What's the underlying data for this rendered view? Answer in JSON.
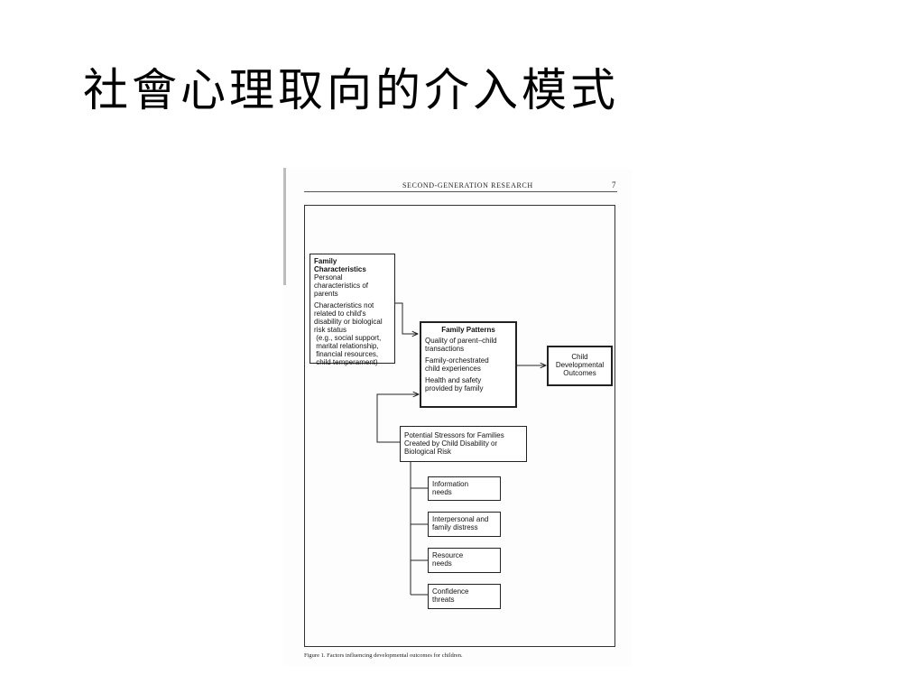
{
  "slide": {
    "title": "社會心理取向的介入模式"
  },
  "page": {
    "running_head": "SECOND-GENERATION RESEARCH",
    "page_number": "7"
  },
  "family_characteristics": {
    "heading": "Family Characteristics",
    "lines1": [
      "Personal",
      "characteristics of",
      "parents"
    ],
    "lines2": [
      "Characteristics not",
      "related to child's",
      "disability or biological",
      "risk status",
      " (e.g., social support,",
      " marital relationship,",
      " financial resources,",
      " child temperament)"
    ]
  },
  "family_patterns": {
    "heading": "Family Patterns",
    "items": [
      [
        "Quality of parent–child",
        "transactions"
      ],
      [
        "Family-orchestrated",
        "child experiences"
      ],
      [
        "Health and safety",
        "provided by family"
      ]
    ]
  },
  "outcome": {
    "lines": [
      "Child",
      "Developmental",
      "Outcomes"
    ]
  },
  "stressors": {
    "lines": [
      "Potential Stressors for Families",
      "Created by Child Disability or",
      "Biological Risk"
    ],
    "items": [
      [
        "Information",
        "needs"
      ],
      [
        "Interpersonal and",
        "family distress"
      ],
      [
        "Resource",
        "needs"
      ],
      [
        "Confidence",
        "threats"
      ]
    ]
  },
  "figure": {
    "caption": "Figure 1.   Factors influencing developmental outcomes for children."
  }
}
